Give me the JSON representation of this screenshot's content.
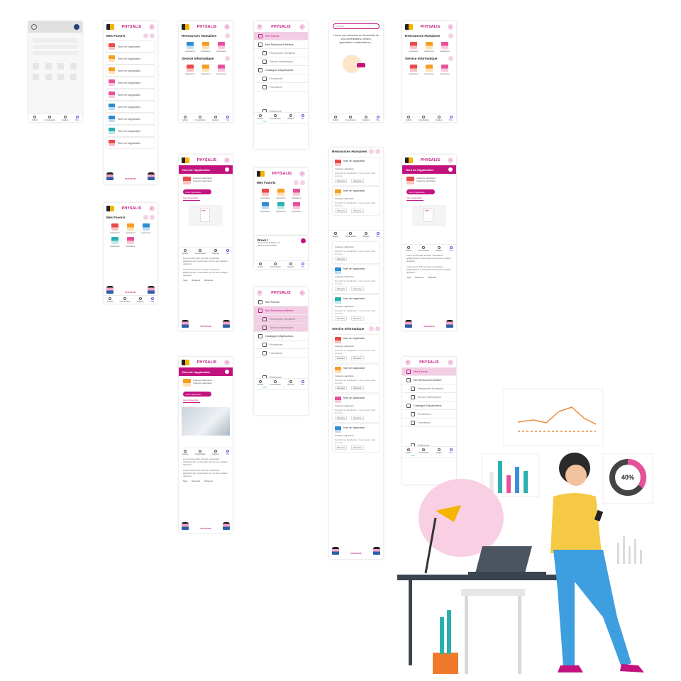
{
  "brand": "PHYSALIS",
  "nav": [
    "Activité",
    "Conversation",
    "Équipes",
    "Plus"
  ],
  "sections": {
    "favoris": "Mes Favoris",
    "rh": "Ressources Humaines",
    "si": "Service Informatique",
    "metiers": "Mes Ressources Métiers",
    "catalogue": "Catalogue d'Applications",
    "procedures": "Procédures",
    "formations": "Formations",
    "reference": "Référence"
  },
  "app": {
    "name": "Nom de l'application",
    "name_short": "Nom de l'application",
    "label": "Application",
    "category": "Catégorie application",
    "open": "Ouvrir l'application",
    "overview": "Vue d'ensemble",
    "tag": "Étiquette",
    "tags_label": "Tags",
    "desc": "Descriptif de l'application : lorem ipsum dolor sit amet,..",
    "more": "Voir la suite"
  },
  "search": {
    "placeholder": "Physalis",
    "hint": "Lancer une recherche sur l'ensemble de vos conversations, fichiers, applications, collaborateurs,..."
  },
  "bravo": {
    "title": "Bravo !",
    "text": "Vous venez d'ajouter un favori à votre portail."
  },
  "lorem": "Lorem ipsum dolor sit amet, consectetur adipiscing elit. In accumsan orci vel sem volutpat dignissim.",
  "illustration": {
    "gauge": "40%"
  },
  "colors": {
    "accent": "#c2127e",
    "nav_active": "#6b4dd6"
  }
}
